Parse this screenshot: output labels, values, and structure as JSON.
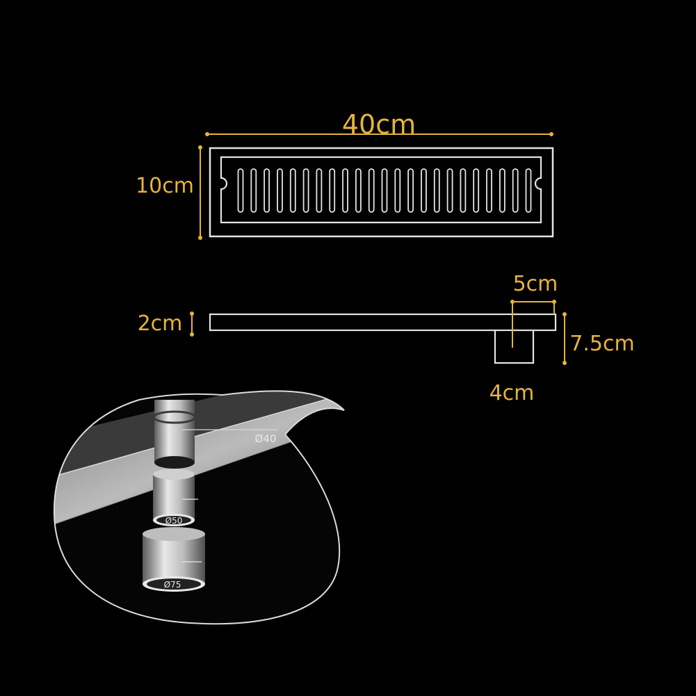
{
  "colors": {
    "background": "#000000",
    "dimension": "#e6b43c",
    "outline": "#e4e4e4",
    "steel_light": "#d6d6d6",
    "steel_dark": "#4a4a4a"
  },
  "top_view": {
    "slot_count": 23,
    "dimensions": {
      "length": "40cm",
      "width": "10cm"
    }
  },
  "side_view": {
    "dimensions": {
      "thickness": "2cm",
      "outlet_width": "5cm",
      "total_height": "7.5cm",
      "outlet_bottom": "4cm"
    }
  },
  "detail_callout": {
    "pipe_labels": {
      "d40": "Ø40",
      "d50": "Ø50",
      "d75": "Ø75"
    }
  }
}
